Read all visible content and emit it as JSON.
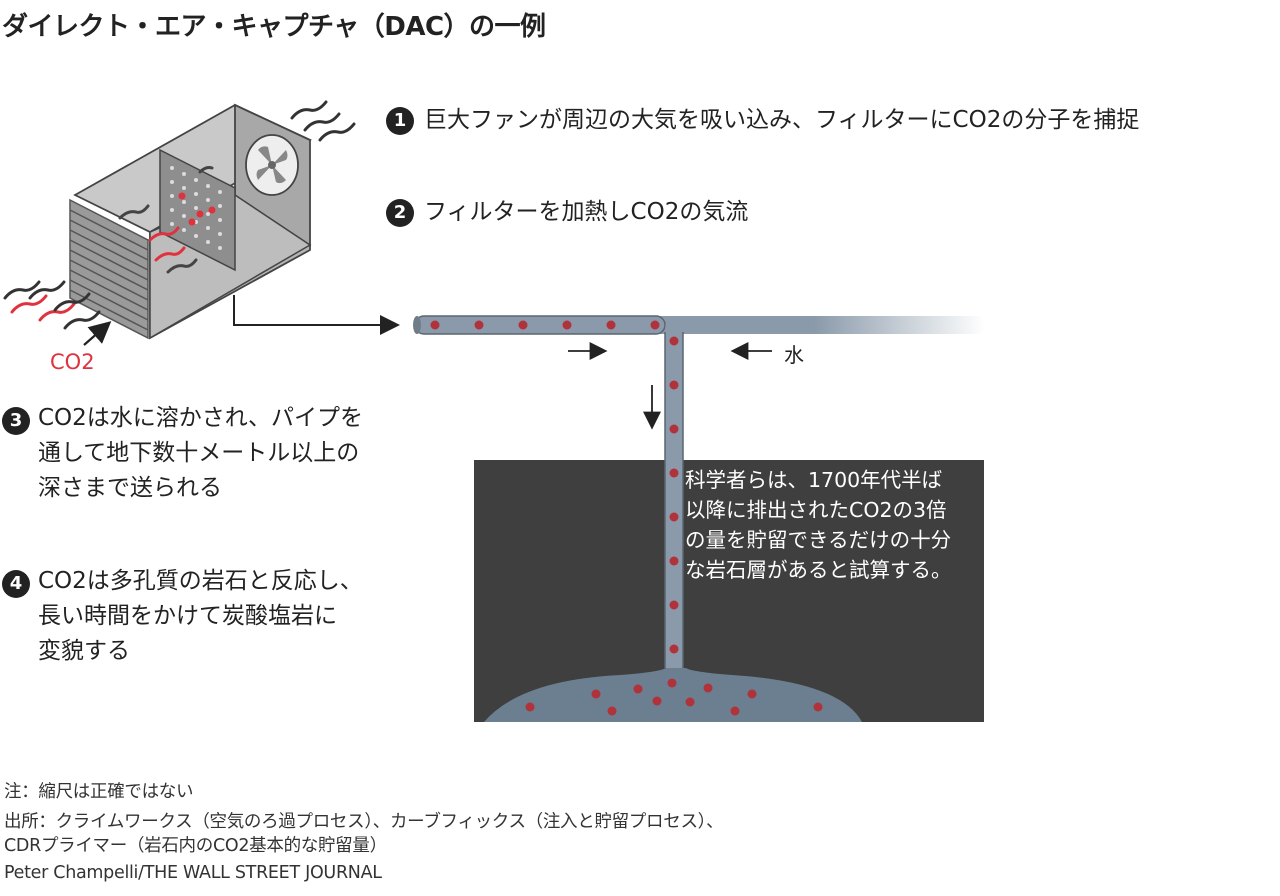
{
  "title": "ダイレクト・エア・キャプチャ（DAC）の一例",
  "steps": [
    {
      "num": "1",
      "lines": [
        "巨大ファンが周辺の大気を吸い込み、フィルターにCO2の分子を捕捉"
      ]
    },
    {
      "num": "2",
      "lines": [
        "フィルターを加熱しCO2の気流"
      ]
    },
    {
      "num": "3",
      "lines": [
        "CO2は水に溶かされ、パイプを",
        "通して地下数十メートル以上の",
        "深さまで送られる"
      ]
    },
    {
      "num": "4",
      "lines": [
        "CO2は多孔質の岩石と反応し、",
        "長い時間をかけて炭酸塩岩に",
        "変貌する"
      ]
    }
  ],
  "labels": {
    "co2": "CO2",
    "water": "水"
  },
  "panel": {
    "lines": [
      "科学者らは、1700年代半ば",
      "以降に排出されたCO2の3倍",
      "の量を貯留できるだけの十分",
      "な岩石層があると試算する。"
    ]
  },
  "footer": {
    "note": "注：縮尺は正確ではない",
    "source1": "出所：クライムワークス（空気のろ過プロセス）、カーブフィックス（注入と貯留プロセス）、",
    "source2": "CDRプライマー（岩石内のCO2基本的な貯留量）",
    "credit": "Peter Champelli/THE WALL STREET JOURNAL"
  },
  "colors": {
    "co2_red": "#e0323e",
    "pipe": "#8a9aaa",
    "ground": "#3f3f3f",
    "reservoir": "#6b7f90",
    "box_gray": "#b5b5b5"
  }
}
